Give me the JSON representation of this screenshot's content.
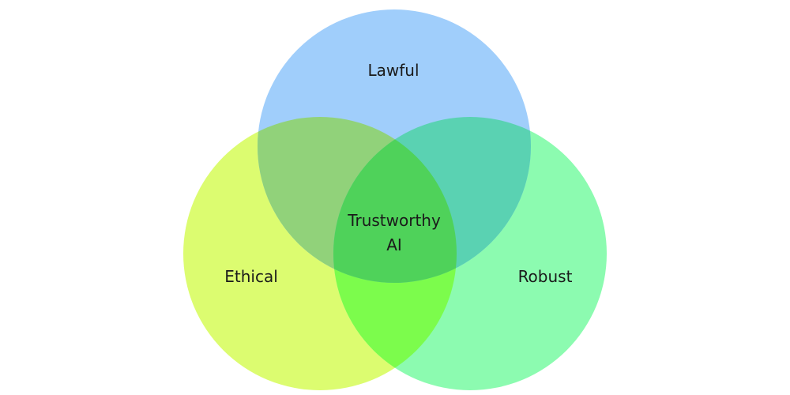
{
  "diagram": {
    "type": "venn",
    "sets": [
      {
        "id": "lawful",
        "label": "Lawful",
        "color": "#a0cefb"
      },
      {
        "id": "ethical",
        "label": "Ethical",
        "color": "#dcfc70"
      },
      {
        "id": "robust",
        "label": "Robust",
        "color": "#8cfbb0"
      }
    ],
    "overlap_colors": {
      "lawful_ethical": "#91d27a",
      "lawful_robust": "#5ad2b2",
      "ethical_robust": "#7cfc4c",
      "all": "#4fd25a"
    },
    "center_label_line1": "Trustworthy",
    "center_label_line2": "AI"
  }
}
